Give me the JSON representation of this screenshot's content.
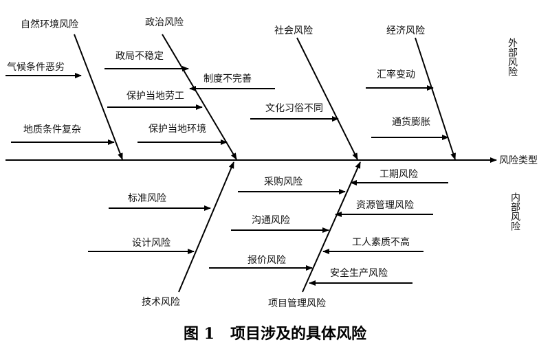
{
  "spine_label": "风险类型",
  "side_labels": {
    "external": "外部风险",
    "internal": "内部风险"
  },
  "upper_branches": [
    {
      "name": "自然环境风险",
      "causes": [
        "气候条件恶劣",
        "地质条件复杂"
      ]
    },
    {
      "name": "政治风险",
      "causes": [
        "政局不稳定",
        "制度不完善",
        "保护当地劳工",
        "保护当地环境"
      ]
    },
    {
      "name": "社会风险",
      "causes": [
        "文化习俗不同"
      ]
    },
    {
      "name": "经济风险",
      "causes": [
        "汇率变动",
        "通货膨胀"
      ]
    }
  ],
  "lower_branches": [
    {
      "name": "技术风险",
      "causes": [
        "标准风险",
        "设计风险"
      ]
    },
    {
      "name": "项目管理风险",
      "causes": [
        "采购风险",
        "沟通风险",
        "报价风险",
        "工期风险",
        "资源管理风险",
        "工人素质不高",
        "安全生产风险"
      ]
    }
  ],
  "caption": "图 1   项目涉及的具体风险"
}
